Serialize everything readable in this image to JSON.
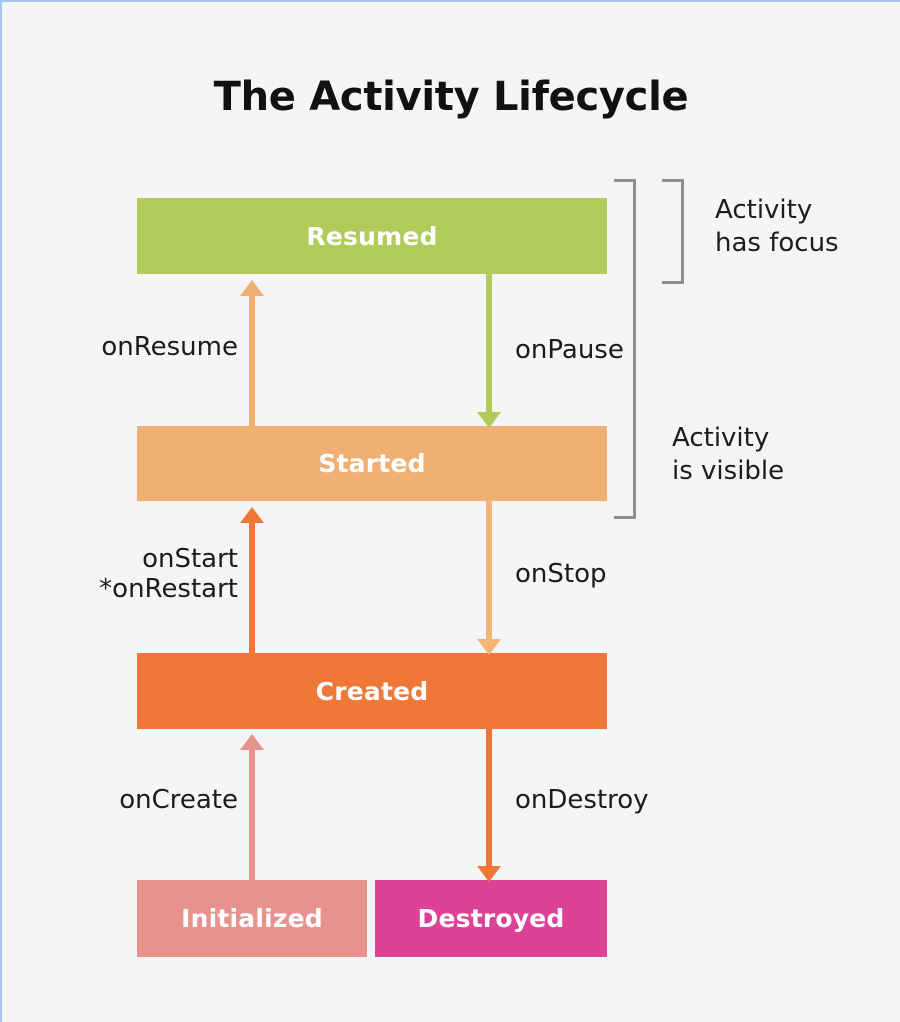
{
  "page": {
    "title": "The Activity Lifecycle",
    "background_color": "#f5f4f7",
    "border_color": "#a9c5f2"
  },
  "diagram_data": {
    "type": "state-diagram",
    "title": "The Activity Lifecycle",
    "states": [
      {
        "id": "resumed",
        "label": "Resumed",
        "color": "#b1cb5a"
      },
      {
        "id": "started",
        "label": "Started",
        "color": "#f0b074"
      },
      {
        "id": "created",
        "label": "Created",
        "color": "#ef7738"
      },
      {
        "id": "initialized",
        "label": "Initialized",
        "color": "#e8928d"
      },
      {
        "id": "destroyed",
        "label": "Destroyed",
        "color": "#dd4296"
      }
    ],
    "transitions": [
      {
        "id": "onresume",
        "label": "onResume",
        "from": "started",
        "to": "resumed",
        "direction": "up",
        "color": "#f0b074"
      },
      {
        "id": "onpause",
        "label": "onPause",
        "from": "resumed",
        "to": "started",
        "direction": "down",
        "color": "#b1cb5a"
      },
      {
        "id": "onstart",
        "label": "onStart\n*onRestart",
        "from": "created",
        "to": "started",
        "direction": "up",
        "color": "#ef7738"
      },
      {
        "id": "onstop",
        "label": "onStop",
        "from": "started",
        "to": "created",
        "direction": "down",
        "color": "#f5b575"
      },
      {
        "id": "oncreate",
        "label": "onCreate",
        "from": "initialized",
        "to": "created",
        "direction": "up",
        "color": "#e8928d"
      },
      {
        "id": "ondestroy",
        "label": "onDestroy",
        "from": "created",
        "to": "destroyed",
        "direction": "down",
        "color": "#ef7738"
      }
    ],
    "annotations": [
      {
        "id": "focus",
        "label": "Activity\nhas focus",
        "spans": [
          "resumed"
        ],
        "bracket_color": "#8f8f8f"
      },
      {
        "id": "visible",
        "label": "Activity\nis visible",
        "spans": [
          "resumed",
          "started"
        ],
        "bracket_color": "#8f8f8f"
      }
    ]
  }
}
